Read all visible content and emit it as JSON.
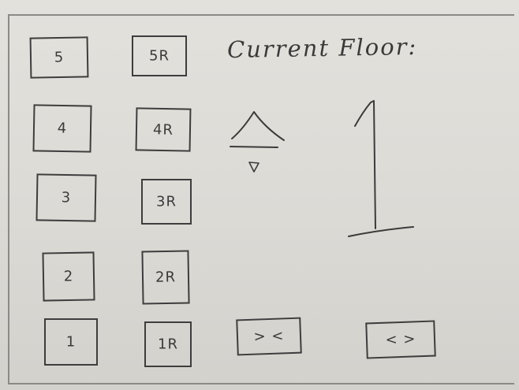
{
  "header": {
    "current_floor_label": "Current Floor:"
  },
  "display": {
    "current_floor": "1"
  },
  "floor_buttons": [
    {
      "id": "5",
      "label": "5"
    },
    {
      "id": "4",
      "label": "4"
    },
    {
      "id": "3",
      "label": "3"
    },
    {
      "id": "2",
      "label": "2"
    },
    {
      "id": "1",
      "label": "1"
    }
  ],
  "rear_buttons": [
    {
      "id": "5R",
      "label": "5R"
    },
    {
      "id": "4R",
      "label": "4R"
    },
    {
      "id": "3R",
      "label": "3R"
    },
    {
      "id": "2R",
      "label": "2R"
    },
    {
      "id": "1R",
      "label": "1R"
    }
  ],
  "direction_indicator": {
    "up": "up-arrow-icon",
    "down": "down-arrow-icon"
  },
  "door_controls": {
    "close_label": "> <",
    "open_label": "< >"
  }
}
